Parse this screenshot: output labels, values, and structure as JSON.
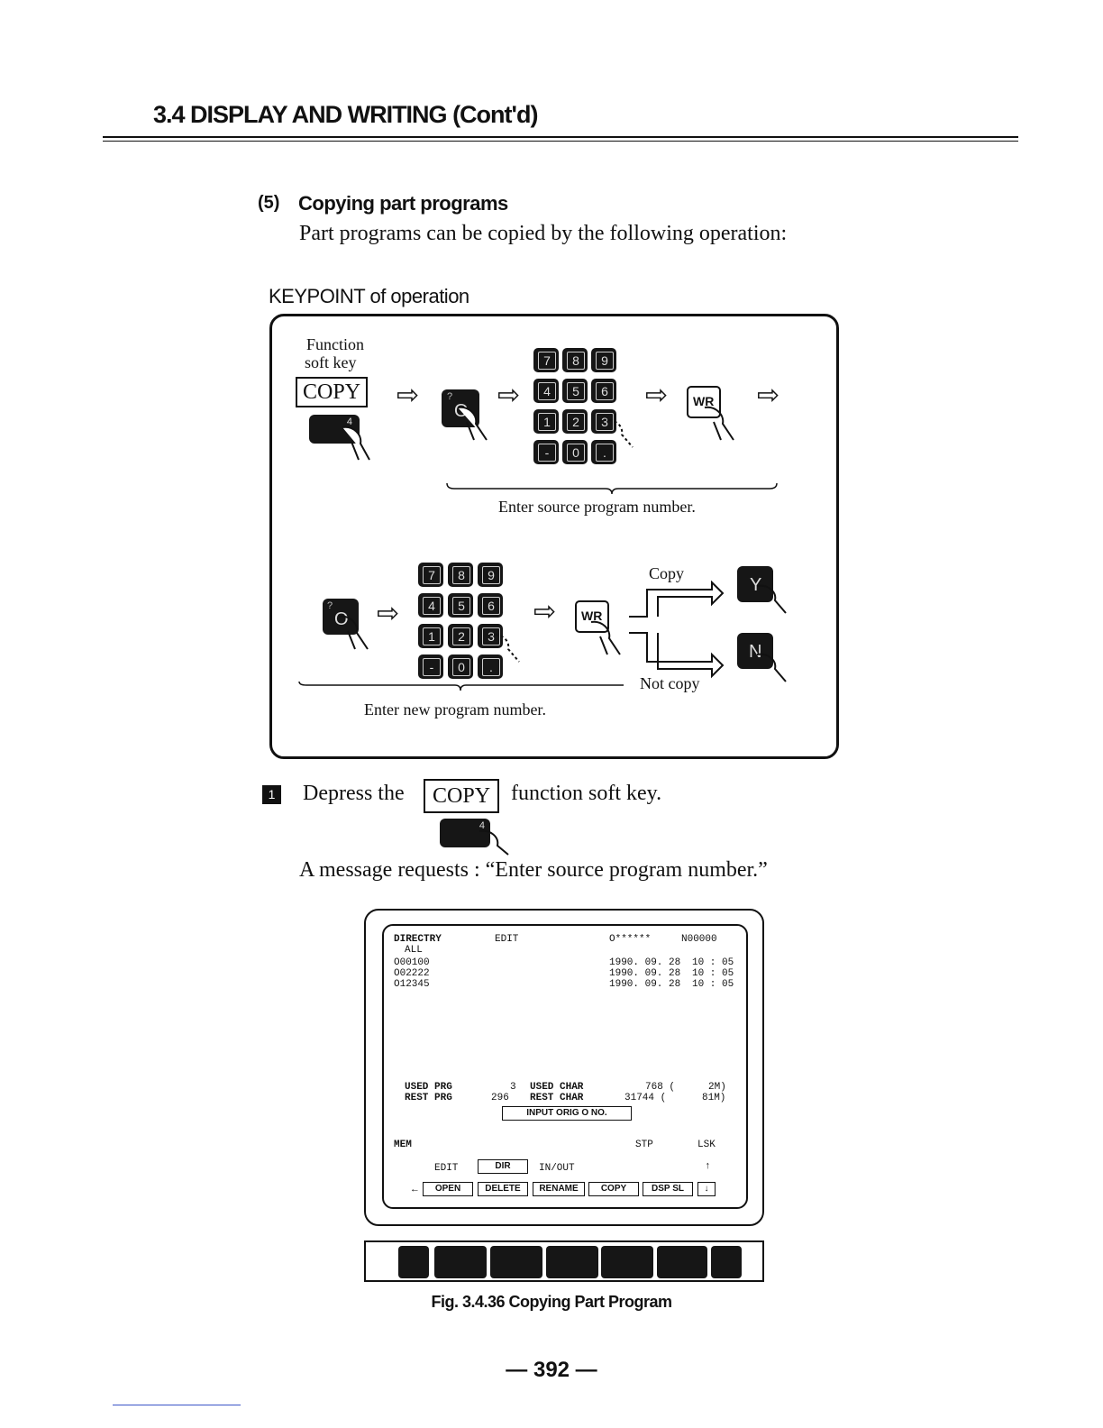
{
  "header": {
    "section_title": "3.4   DISPLAY AND WRITING (Cont'd)"
  },
  "subsection": {
    "number": "(5)",
    "title": "Copying part programs",
    "intro": "Part programs can be copied by the following operation:"
  },
  "keypoint": {
    "heading": "KEYPOINT of operation",
    "function_label_1": "Function",
    "function_label_2": "soft key",
    "copy_key": "COPY",
    "soft_key_number": "4",
    "zero_key_shift": "?",
    "zero_key": "O",
    "keypad_rows": [
      [
        "7",
        "8",
        "9"
      ],
      [
        "4",
        "5",
        "6"
      ],
      [
        "1",
        "2",
        "3"
      ],
      [
        "-",
        "0",
        "."
      ]
    ],
    "write_key": "WR",
    "enter_source": "Enter source program number.",
    "enter_new": "Enter new program number.",
    "copy_label": "Copy",
    "not_copy_label": "Not copy",
    "yes_key": "Y",
    "no_key": "N"
  },
  "step": {
    "badge": "1",
    "text_before": "Depress the",
    "key": "COPY",
    "text_after": "function soft key.",
    "soft_key_number": "4",
    "message": "A message requests : “Enter source program number.”"
  },
  "screen": {
    "title": "DIRECTRY",
    "mode": "EDIT",
    "program": "O******",
    "sequence": "N00000",
    "group": "ALL",
    "files": [
      {
        "name": "O00100",
        "date": "1990. 09. 28",
        "time": "10 : 05"
      },
      {
        "name": "O02222",
        "date": "1990. 09. 28",
        "time": "10 : 05"
      },
      {
        "name": "O12345",
        "date": "1990. 09. 28",
        "time": "10 : 05"
      }
    ],
    "used_prg_label": "USED PRG",
    "used_prg_value": "3",
    "rest_prg_label": "REST PRG",
    "rest_prg_value": "296",
    "used_char_label": "USED CHAR",
    "used_char_value": "768 (",
    "used_char_m": "2M)",
    "rest_char_label": "REST CHAR",
    "rest_char_value": "31744 (",
    "rest_char_m": "81M)",
    "prompt": "INPUT ORIG O NO.",
    "status_mem": "MEM",
    "status_stp": "STP",
    "status_lsk": "LSK",
    "tab_edit": "EDIT",
    "tab_dir": "DIR",
    "tab_inout": "IN/OUT",
    "tab_marker": "↑",
    "back_arrow": "←",
    "softkeys": [
      "OPEN",
      "DELETE",
      "RENAME",
      "COPY",
      "DSP SL"
    ],
    "more_key": "↓"
  },
  "figure_caption": "Fig. 3.4.36   Copying Part Program",
  "page_number": "— 392 —"
}
